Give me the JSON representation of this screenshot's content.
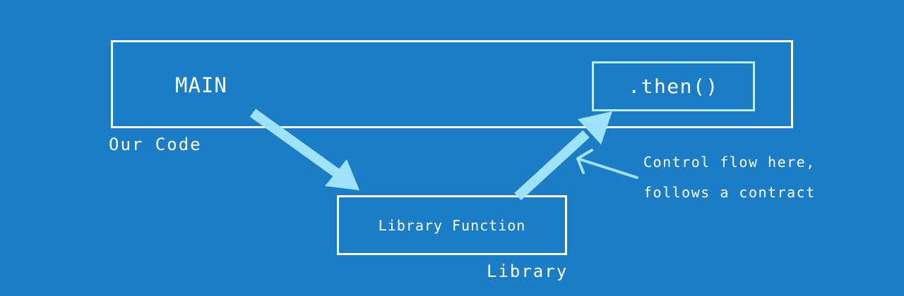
{
  "diagram": {
    "our_code": {
      "main_label": "MAIN",
      "callback_label": ".then()",
      "caption": "Our Code"
    },
    "library": {
      "function_label": "Library Function",
      "caption": "Library"
    },
    "annotation": {
      "line1": "Control flow here,",
      "line2": "follows a contract"
    }
  },
  "colors": {
    "background": "#1a7dc6",
    "box_border": "#ffffff",
    "callback_border": "#bdeeff",
    "arrow": "#9fe3fb",
    "text": "#ffffff"
  }
}
